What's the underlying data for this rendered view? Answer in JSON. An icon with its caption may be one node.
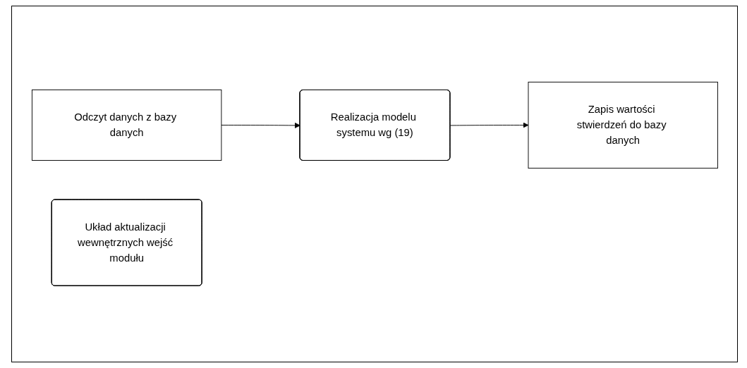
{
  "diagram": {
    "nodes": [
      {
        "text": [
          "Odczyt danych z bazy danych"
        ]
      },
      {
        "text": [
          "Realizacja modelu systemu wg (19)"
        ]
      },
      {
        "text": [
          "Zapis wartości stwierdzeń do bazy danych"
        ]
      },
      {
        "text": [
          "Układ aktualizacji wewnętrznych wejść modułu"
        ]
      }
    ],
    "edges": [
      {
        "from": 0,
        "to": 1,
        "arrow": "to"
      },
      {
        "from": 1,
        "to": 2,
        "arrow": "to"
      }
    ]
  }
}
